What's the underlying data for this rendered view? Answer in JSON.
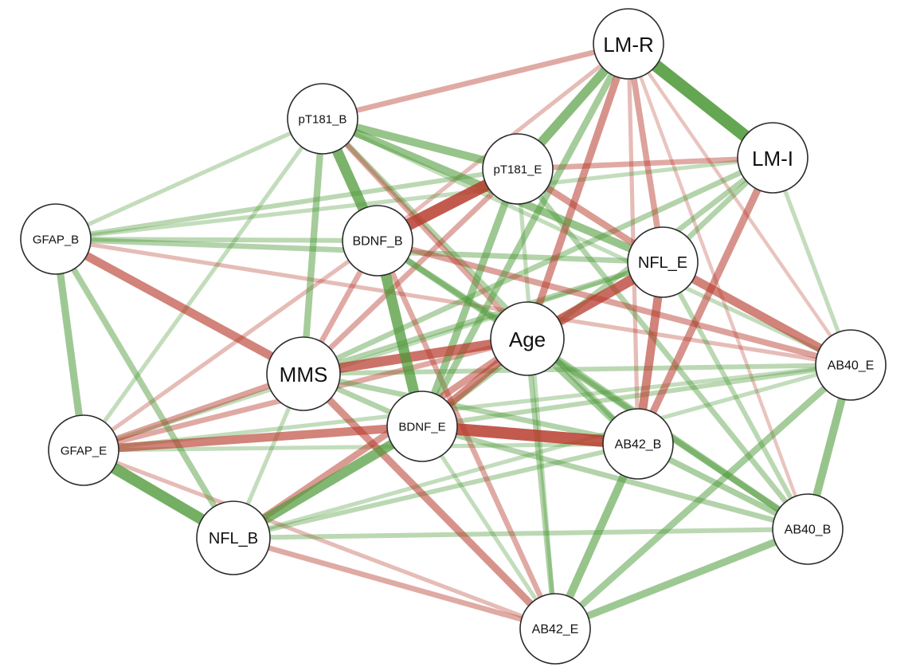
{
  "diagram": {
    "nodes": [
      {
        "id": "LM-R",
        "label": "LM-R"
      },
      {
        "id": "LM-I",
        "label": "LM-I"
      },
      {
        "id": "pT181_B",
        "label": "pT181_B"
      },
      {
        "id": "pT181_E",
        "label": "pT181_E"
      },
      {
        "id": "GFAP_B",
        "label": "GFAP_B"
      },
      {
        "id": "BDNF_B",
        "label": "BDNF_B"
      },
      {
        "id": "NFL_E",
        "label": "NFL_E"
      },
      {
        "id": "Age",
        "label": "Age"
      },
      {
        "id": "MMS",
        "label": "MMS"
      },
      {
        "id": "AB40_E",
        "label": "AB40_E"
      },
      {
        "id": "BDNF_E",
        "label": "BDNF_E"
      },
      {
        "id": "GFAP_E",
        "label": "GFAP_E"
      },
      {
        "id": "AB42_B",
        "label": "AB42_B"
      },
      {
        "id": "NFL_B",
        "label": "NFL_B"
      },
      {
        "id": "AB40_B",
        "label": "AB40_B"
      },
      {
        "id": "AB42_E",
        "label": "AB42_E"
      }
    ],
    "edge_colors": {
      "positive": "#4f9a3a",
      "negative": "#b73a2c"
    },
    "edges": [
      {
        "source": "LM-R",
        "target": "LM-I",
        "sign": "positive",
        "strength": 0.85
      },
      {
        "source": "LM-R",
        "target": "pT181_E",
        "sign": "positive",
        "strength": 0.6
      },
      {
        "source": "LM-R",
        "target": "pT181_B",
        "sign": "negative",
        "strength": 0.3
      },
      {
        "source": "LM-R",
        "target": "Age",
        "sign": "negative",
        "strength": 0.45
      },
      {
        "source": "LM-R",
        "target": "NFL_E",
        "sign": "negative",
        "strength": 0.35
      },
      {
        "source": "LM-R",
        "target": "BDNF_B",
        "sign": "negative",
        "strength": 0.2
      },
      {
        "source": "LM-R",
        "target": "AB42_B",
        "sign": "negative",
        "strength": 0.2
      },
      {
        "source": "LM-R",
        "target": "AB40_E",
        "sign": "negative",
        "strength": 0.15
      },
      {
        "source": "LM-R",
        "target": "BDNF_E",
        "sign": "positive",
        "strength": 0.4
      },
      {
        "source": "LM-R",
        "target": "AB40_B",
        "sign": "negative",
        "strength": 0.15
      },
      {
        "source": "LM-I",
        "target": "pT181_E",
        "sign": "negative",
        "strength": 0.3
      },
      {
        "source": "LM-I",
        "target": "AB42_B",
        "sign": "negative",
        "strength": 0.45
      },
      {
        "source": "LM-I",
        "target": "MMS",
        "sign": "positive",
        "strength": 0.3
      },
      {
        "source": "LM-I",
        "target": "GFAP_B",
        "sign": "positive",
        "strength": 0.2
      },
      {
        "source": "LM-I",
        "target": "AB40_E",
        "sign": "positive",
        "strength": 0.2
      },
      {
        "source": "LM-I",
        "target": "BDNF_E",
        "sign": "positive",
        "strength": 0.3
      },
      {
        "source": "LM-I",
        "target": "NFL_E",
        "sign": "positive",
        "strength": 0.3
      },
      {
        "source": "pT181_B",
        "target": "BDNF_B",
        "sign": "positive",
        "strength": 0.7
      },
      {
        "source": "pT181_B",
        "target": "pT181_E",
        "sign": "positive",
        "strength": 0.5
      },
      {
        "source": "pT181_B",
        "target": "NFL_E",
        "sign": "positive",
        "strength": 0.5
      },
      {
        "source": "pT181_B",
        "target": "MMS",
        "sign": "positive",
        "strength": 0.4
      },
      {
        "source": "pT181_B",
        "target": "GFAP_B",
        "sign": "positive",
        "strength": 0.2
      },
      {
        "source": "pT181_B",
        "target": "GFAP_E",
        "sign": "positive",
        "strength": 0.2
      },
      {
        "source": "pT181_B",
        "target": "AB42_B",
        "sign": "positive",
        "strength": 0.3
      },
      {
        "source": "pT181_B",
        "target": "AB40_E",
        "sign": "positive",
        "strength": 0.2
      },
      {
        "source": "pT181_B",
        "target": "Age",
        "sign": "negative",
        "strength": 0.3
      },
      {
        "source": "pT181_E",
        "target": "BDNF_B",
        "sign": "negative",
        "strength": 0.8
      },
      {
        "source": "pT181_E",
        "target": "BDNF_E",
        "sign": "positive",
        "strength": 0.45
      },
      {
        "source": "pT181_E",
        "target": "NFL_E",
        "sign": "negative",
        "strength": 0.4
      },
      {
        "source": "pT181_E",
        "target": "GFAP_B",
        "sign": "positive",
        "strength": 0.25
      },
      {
        "source": "pT181_E",
        "target": "MMS",
        "sign": "negative",
        "strength": 0.3
      },
      {
        "source": "pT181_E",
        "target": "AB40_B",
        "sign": "positive",
        "strength": 0.3
      },
      {
        "source": "pT181_E",
        "target": "AB42_E",
        "sign": "positive",
        "strength": 0.2
      },
      {
        "source": "GFAP_B",
        "target": "MMS",
        "sign": "negative",
        "strength": 0.55
      },
      {
        "source": "GFAP_B",
        "target": "GFAP_E",
        "sign": "positive",
        "strength": 0.45
      },
      {
        "source": "GFAP_B",
        "target": "NFL_B",
        "sign": "positive",
        "strength": 0.35
      },
      {
        "source": "GFAP_B",
        "target": "NFL_E",
        "sign": "positive",
        "strength": 0.3
      },
      {
        "source": "GFAP_B",
        "target": "BDNF_B",
        "sign": "positive",
        "strength": 0.25
      },
      {
        "source": "GFAP_B",
        "target": "AB40_E",
        "sign": "negative",
        "strength": 0.2
      },
      {
        "source": "BDNF_B",
        "target": "BDNF_E",
        "sign": "positive",
        "strength": 0.7
      },
      {
        "source": "BDNF_B",
        "target": "AB40_E",
        "sign": "negative",
        "strength": 0.35
      },
      {
        "source": "BDNF_B",
        "target": "AB40_B",
        "sign": "positive",
        "strength": 0.35
      },
      {
        "source": "BDNF_B",
        "target": "AB42_E",
        "sign": "negative",
        "strength": 0.3
      },
      {
        "source": "BDNF_B",
        "target": "GFAP_E",
        "sign": "negative",
        "strength": 0.2
      },
      {
        "source": "NFL_E",
        "target": "Age",
        "sign": "negative",
        "strength": 0.7
      },
      {
        "source": "NFL_E",
        "target": "AB42_B",
        "sign": "negative",
        "strength": 0.55
      },
      {
        "source": "NFL_E",
        "target": "AB40_E",
        "sign": "negative",
        "strength": 0.55
      },
      {
        "source": "NFL_E",
        "target": "MMS",
        "sign": "positive",
        "strength": 0.3
      },
      {
        "source": "NFL_E",
        "target": "AB40_B",
        "sign": "positive",
        "strength": 0.25
      },
      {
        "source": "NFL_E",
        "target": "GFAP_E",
        "sign": "positive",
        "strength": 0.2
      },
      {
        "source": "Age",
        "target": "MMS",
        "sign": "negative",
        "strength": 0.65
      },
      {
        "source": "Age",
        "target": "BDNF_E",
        "sign": "negative",
        "strength": 0.5
      },
      {
        "source": "Age",
        "target": "AB42_B",
        "sign": "positive",
        "strength": 0.4
      },
      {
        "source": "Age",
        "target": "AB40_B",
        "sign": "positive",
        "strength": 0.4
      },
      {
        "source": "Age",
        "target": "AB42_E",
        "sign": "positive",
        "strength": 0.3
      },
      {
        "source": "Age",
        "target": "NFL_B",
        "sign": "negative",
        "strength": 0.4
      },
      {
        "source": "Age",
        "target": "GFAP_E",
        "sign": "negative",
        "strength": 0.3
      },
      {
        "source": "Age",
        "target": "BDNF_B",
        "sign": "positive",
        "strength": 0.35
      },
      {
        "source": "MMS",
        "target": "BDNF_E",
        "sign": "positive",
        "strength": 0.3
      },
      {
        "source": "MMS",
        "target": "AB42_E",
        "sign": "negative",
        "strength": 0.45
      },
      {
        "source": "MMS",
        "target": "GFAP_E",
        "sign": "negative",
        "strength": 0.35
      },
      {
        "source": "MMS",
        "target": "AB40_E",
        "sign": "positive",
        "strength": 0.25
      },
      {
        "source": "MMS",
        "target": "AB42_B",
        "sign": "positive",
        "strength": 0.3
      },
      {
        "source": "MMS",
        "target": "BDNF_B",
        "sign": "negative",
        "strength": 0.3
      },
      {
        "source": "MMS",
        "target": "NFL_B",
        "sign": "positive",
        "strength": 0.2
      },
      {
        "source": "AB40_E",
        "target": "AB40_B",
        "sign": "positive",
        "strength": 0.5
      },
      {
        "source": "AB40_E",
        "target": "AB42_E",
        "sign": "positive",
        "strength": 0.4
      },
      {
        "source": "AB40_E",
        "target": "BDNF_E",
        "sign": "positive",
        "strength": 0.25
      },
      {
        "source": "AB40_E",
        "target": "GFAP_E",
        "sign": "positive",
        "strength": 0.2
      },
      {
        "source": "AB40_E",
        "target": "NFL_B",
        "sign": "positive",
        "strength": 0.2
      },
      {
        "source": "BDNF_E",
        "target": "AB42_B",
        "sign": "negative",
        "strength": 0.8
      },
      {
        "source": "BDNF_E",
        "target": "GFAP_E",
        "sign": "negative",
        "strength": 0.55
      },
      {
        "source": "BDNF_E",
        "target": "NFL_B",
        "sign": "positive",
        "strength": 0.65
      },
      {
        "source": "BDNF_E",
        "target": "AB40_B",
        "sign": "positive",
        "strength": 0.3
      },
      {
        "source": "BDNF_E",
        "target": "AB42_E",
        "sign": "positive",
        "strength": 0.2
      },
      {
        "source": "GFAP_E",
        "target": "NFL_B",
        "sign": "positive",
        "strength": 0.75
      },
      {
        "source": "GFAP_E",
        "target": "AB42_B",
        "sign": "positive",
        "strength": 0.2
      },
      {
        "source": "GFAP_E",
        "target": "AB42_E",
        "sign": "negative",
        "strength": 0.2
      },
      {
        "source": "AB42_B",
        "target": "AB42_E",
        "sign": "positive",
        "strength": 0.5
      },
      {
        "source": "AB42_B",
        "target": "AB40_B",
        "sign": "positive",
        "strength": 0.35
      },
      {
        "source": "AB42_B",
        "target": "NFL_B",
        "sign": "positive",
        "strength": 0.25
      },
      {
        "source": "NFL_B",
        "target": "AB42_E",
        "sign": "negative",
        "strength": 0.3
      },
      {
        "source": "NFL_B",
        "target": "AB40_B",
        "sign": "positive",
        "strength": 0.25
      },
      {
        "source": "AB40_B",
        "target": "AB42_E",
        "sign": "positive",
        "strength": 0.45
      }
    ]
  }
}
